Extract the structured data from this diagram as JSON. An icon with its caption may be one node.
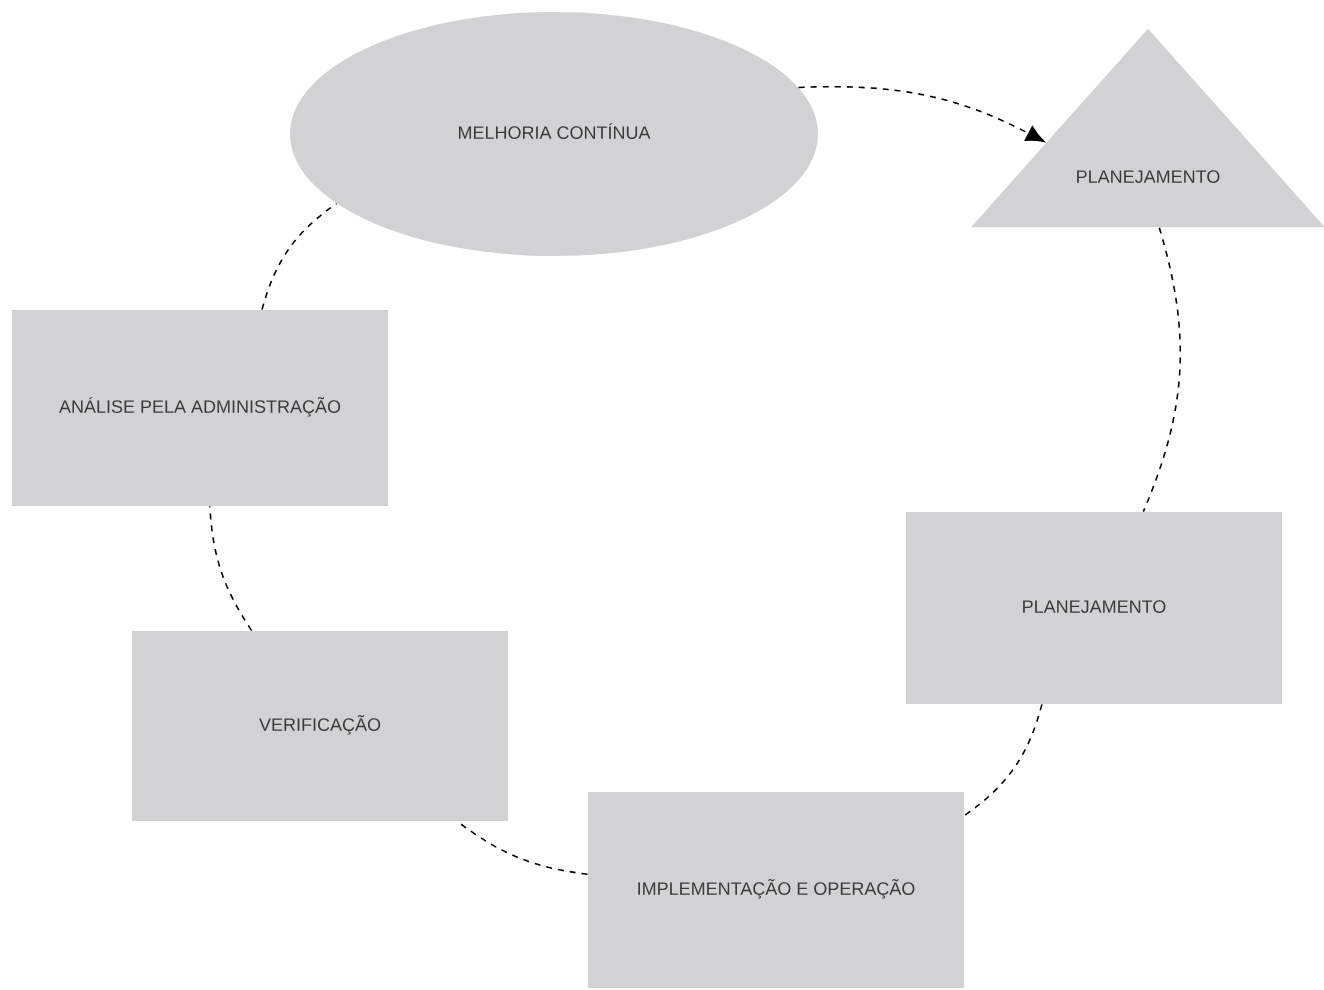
{
  "diagram": {
    "nodes": [
      {
        "text": [
          "MELHORIA CONTÍNUA"
        ]
      },
      {
        "text": [
          "PLANEJAMENTO"
        ]
      },
      {
        "text": [
          "PLANEJAMENTO"
        ]
      },
      {
        "text": [
          "IMPLEMENTAÇÃO E OPERAÇÃO"
        ]
      },
      {
        "text": [
          "VERIFICAÇÃO"
        ]
      },
      {
        "text": [
          "ANÁLISE PELA ADMINISTRAÇÃO"
        ]
      }
    ],
    "edges": [
      {
        "from": 0,
        "to": 1,
        "arrow": "to"
      },
      {
        "from": 1,
        "to": 2,
        "arrow": "none"
      },
      {
        "from": 2,
        "to": 3,
        "arrow": "none"
      },
      {
        "from": 3,
        "to": 4,
        "arrow": "none"
      },
      {
        "from": 4,
        "to": 5,
        "arrow": "none"
      },
      {
        "from": 5,
        "to": 0,
        "arrow": "none"
      }
    ]
  }
}
